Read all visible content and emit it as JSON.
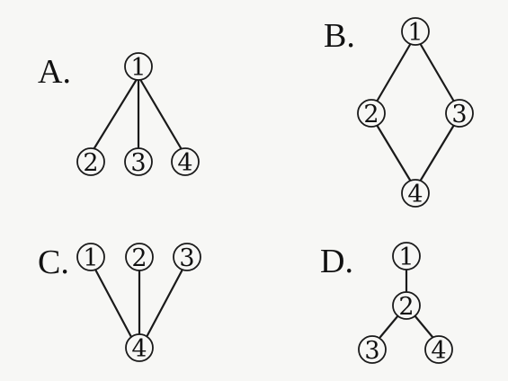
{
  "options": [
    {
      "id": "A",
      "label": "A.",
      "nodes": [
        "1",
        "2",
        "3",
        "4"
      ],
      "edges": [
        [
          "1",
          "2"
        ],
        [
          "1",
          "3"
        ],
        [
          "1",
          "4"
        ]
      ]
    },
    {
      "id": "B",
      "label": "B.",
      "nodes": [
        "1",
        "2",
        "3",
        "4"
      ],
      "edges": [
        [
          "1",
          "2"
        ],
        [
          "1",
          "3"
        ],
        [
          "2",
          "4"
        ],
        [
          "3",
          "4"
        ]
      ]
    },
    {
      "id": "C",
      "label": "C.",
      "nodes": [
        "1",
        "2",
        "3",
        "4"
      ],
      "edges": [
        [
          "1",
          "4"
        ],
        [
          "2",
          "4"
        ],
        [
          "3",
          "4"
        ]
      ]
    },
    {
      "id": "D",
      "label": "D.",
      "nodes": [
        "1",
        "2",
        "3",
        "4"
      ],
      "edges": [
        [
          "1",
          "2"
        ],
        [
          "2",
          "3"
        ],
        [
          "2",
          "4"
        ]
      ]
    }
  ]
}
